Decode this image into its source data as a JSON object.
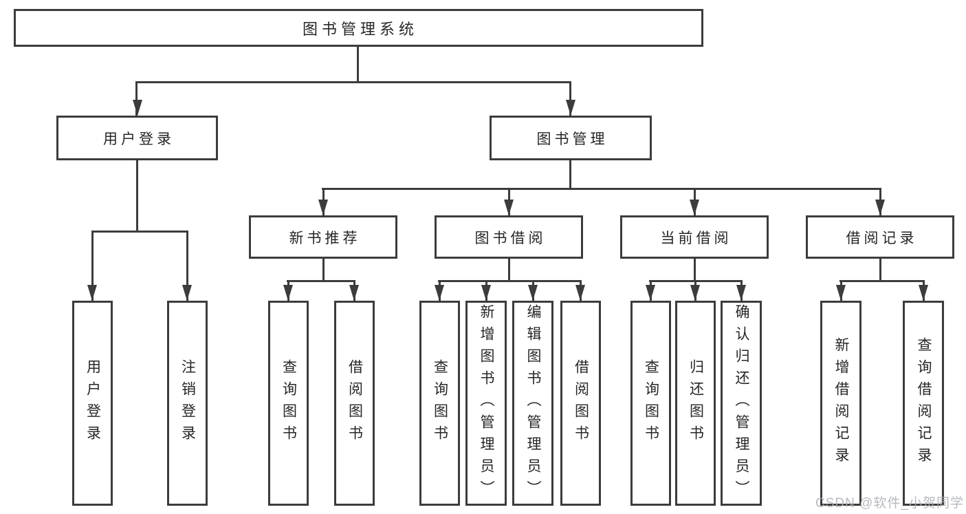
{
  "nodes": {
    "root": "图书管理系统",
    "user_login": "用户登录",
    "book_mgmt": "图书管理",
    "new_book": "新书推荐",
    "book_borrow": "图书借阅",
    "current_borrow": "当前借阅",
    "borrow_record": "借阅记录",
    "leaf_user_login": "用户登录",
    "leaf_logout": "注销登录",
    "leaf_nb_query": "查询图书",
    "leaf_nb_borrow": "借阅图书",
    "leaf_bb_query": "查询图书",
    "leaf_bb_add": "新增图书（管理员）",
    "leaf_bb_edit": "编辑图书（管理员）",
    "leaf_bb_borrow": "借阅图书",
    "leaf_cb_query": "查询图书",
    "leaf_cb_return": "归还图书",
    "leaf_cb_confirm": "确认归还（管理员）",
    "leaf_br_add": "新增借阅记录",
    "leaf_br_query": "查询借阅记录"
  },
  "watermark": "CSDN @软件_小贺同学",
  "colors": {
    "line": "#3c3c3c",
    "text": "#262626",
    "watermark": "#acafb7",
    "background": "#ffffff"
  }
}
